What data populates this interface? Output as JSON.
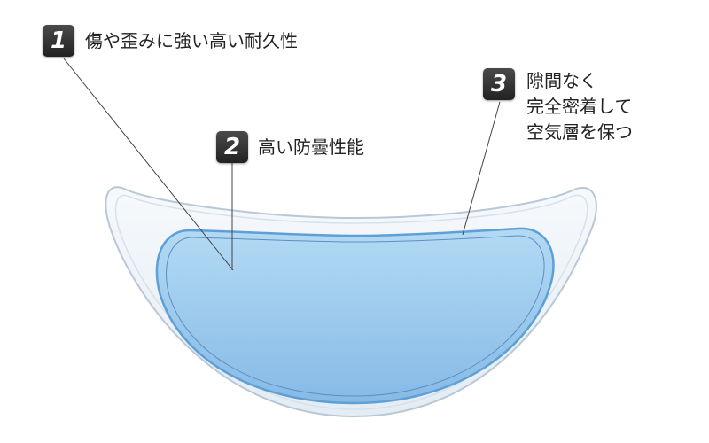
{
  "callouts": [
    {
      "number": "1",
      "lines": [
        "傷や歪みに強い高い耐久性"
      ]
    },
    {
      "number": "2",
      "lines": [
        "高い防曇性能"
      ]
    },
    {
      "number": "3",
      "lines": [
        "隙間なく",
        "完全密着して",
        "空気層を保つ"
      ]
    }
  ],
  "colors": {
    "badge": "#333333",
    "lens_outer": "#eef3f8",
    "lens_inner_top": "#a9d2f0",
    "lens_inner_bottom": "#8bbde8"
  }
}
